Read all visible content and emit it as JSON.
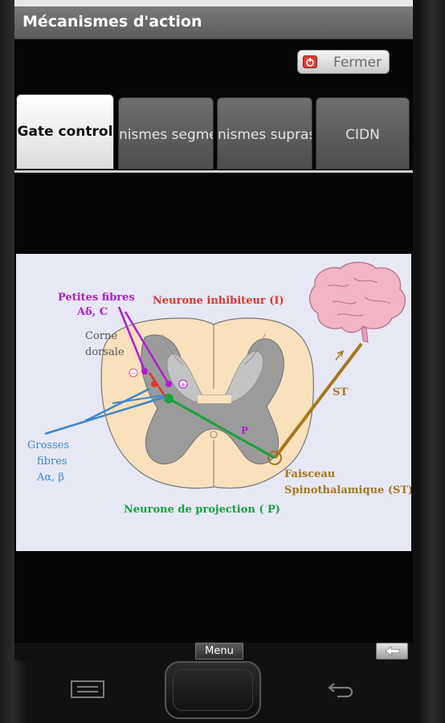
{
  "app": {
    "title": "Mécanismes d'action"
  },
  "close_button": {
    "label": "Fermer",
    "icon": "power-icon"
  },
  "tabs": [
    {
      "label": "Gate control",
      "active": true
    },
    {
      "label": "nismes segme",
      "active": false
    },
    {
      "label": "nismes supras",
      "active": false
    },
    {
      "label": "CIDN",
      "active": false
    }
  ],
  "figure": {
    "labels": {
      "petites_fibres_1": "Petites fibres",
      "petites_fibres_2": "Aδ, C",
      "neurone_inhibiteur": "Neurone inhibiteur (I)",
      "corne_1": "Corne",
      "corne_2": "dorsale",
      "grosses_1": "Grosses",
      "grosses_2": "fibres",
      "grosses_3": "Aα, β",
      "p": "P",
      "st": "ST",
      "faisceau_1": "Faisceau",
      "faisceau_2": "Spinothalamique (ST)",
      "neurone_projection": "Neurone de projection ( P)",
      "minus": "−",
      "plus": "+"
    },
    "colors": {
      "purple": "#b21bd1",
      "red": "#e0342e",
      "blue": "#3e87c9",
      "green": "#18a13c",
      "brown": "#a6771a",
      "pink": "#d8567c"
    }
  },
  "nav": {
    "menu_label": "Menu"
  }
}
